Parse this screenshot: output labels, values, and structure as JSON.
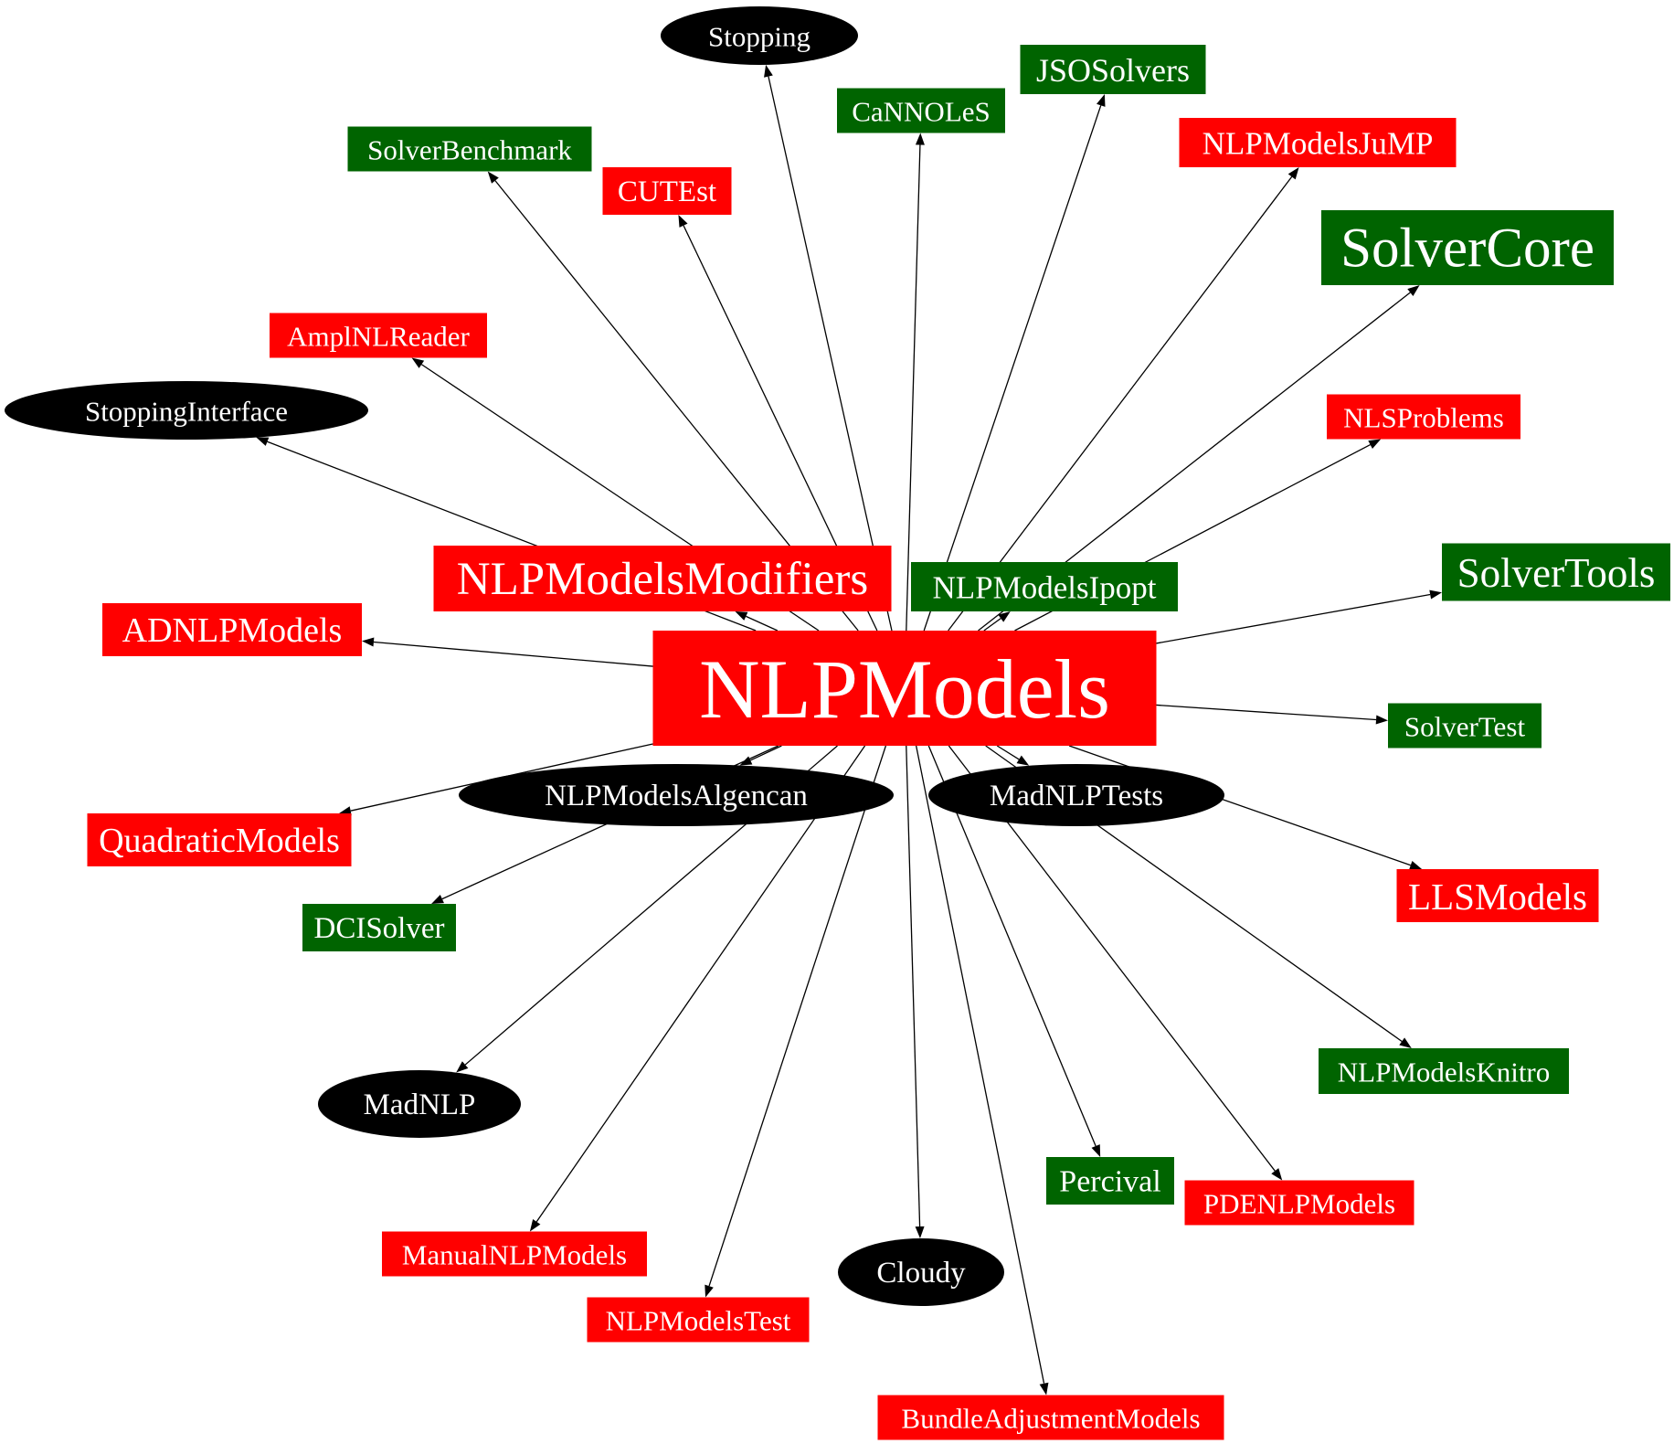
{
  "colors": {
    "red": "#ff0000",
    "green": "#006400",
    "black": "#000000",
    "label": "#ffffff",
    "edge": "#000000"
  },
  "center": "NLPModels",
  "nodes": [
    {
      "id": "nlpmodels",
      "label": "NLPModels",
      "shape": "box",
      "color": "red"
    },
    {
      "id": "stopping",
      "label": "Stopping",
      "shape": "ellipse",
      "color": "black"
    },
    {
      "id": "jsosolvers",
      "label": "JSOSolvers",
      "shape": "box",
      "color": "green"
    },
    {
      "id": "cannoles",
      "label": "CaNNOLeS",
      "shape": "box",
      "color": "green"
    },
    {
      "id": "nlpmodelsjump",
      "label": "NLPModelsJuMP",
      "shape": "box",
      "color": "red"
    },
    {
      "id": "solverbenchmark",
      "label": "SolverBenchmark",
      "shape": "box",
      "color": "green"
    },
    {
      "id": "cutest",
      "label": "CUTEst",
      "shape": "box",
      "color": "red"
    },
    {
      "id": "solvercore",
      "label": "SolverCore",
      "shape": "box",
      "color": "green"
    },
    {
      "id": "amplnlreader",
      "label": "AmplNLReader",
      "shape": "box",
      "color": "red"
    },
    {
      "id": "stoppinginterface",
      "label": "StoppingInterface",
      "shape": "ellipse",
      "color": "black"
    },
    {
      "id": "nlsproblems",
      "label": "NLSProblems",
      "shape": "box",
      "color": "red"
    },
    {
      "id": "nlpmodelsmodifiers",
      "label": "NLPModelsModifiers",
      "shape": "box",
      "color": "red"
    },
    {
      "id": "nlpmodelsipopt",
      "label": "NLPModelsIpopt",
      "shape": "box",
      "color": "green"
    },
    {
      "id": "solvertools",
      "label": "SolverTools",
      "shape": "box",
      "color": "green"
    },
    {
      "id": "adnlpmodels",
      "label": "ADNLPModels",
      "shape": "box",
      "color": "red"
    },
    {
      "id": "solvertest",
      "label": "SolverTest",
      "shape": "box",
      "color": "green"
    },
    {
      "id": "nlpmodelsalgencan",
      "label": "NLPModelsAlgencan",
      "shape": "ellipse",
      "color": "black"
    },
    {
      "id": "madnlptests",
      "label": "MadNLPTests",
      "shape": "ellipse",
      "color": "black"
    },
    {
      "id": "quadraticmodels",
      "label": "QuadraticModels",
      "shape": "box",
      "color": "red"
    },
    {
      "id": "llsmodels",
      "label": "LLSModels",
      "shape": "box",
      "color": "red"
    },
    {
      "id": "dcisolver",
      "label": "DCISolver",
      "shape": "box",
      "color": "green"
    },
    {
      "id": "nlpmodelsknitro",
      "label": "NLPModelsKnitro",
      "shape": "box",
      "color": "green"
    },
    {
      "id": "madnlp",
      "label": "MadNLP",
      "shape": "ellipse",
      "color": "black"
    },
    {
      "id": "percival",
      "label": "Percival",
      "shape": "box",
      "color": "green"
    },
    {
      "id": "pdenlpmodels",
      "label": "PDENLPModels",
      "shape": "box",
      "color": "red"
    },
    {
      "id": "manualnlpmodels",
      "label": "ManualNLPModels",
      "shape": "box",
      "color": "red"
    },
    {
      "id": "cloudy",
      "label": "Cloudy",
      "shape": "ellipse",
      "color": "black"
    },
    {
      "id": "nlpmodelstest",
      "label": "NLPModelsTest",
      "shape": "box",
      "color": "red"
    },
    {
      "id": "bundleadjustmentmodels",
      "label": "BundleAdjustmentModels",
      "shape": "box",
      "color": "red"
    }
  ],
  "edges": [
    [
      "nlpmodels",
      "stopping"
    ],
    [
      "nlpmodels",
      "jsosolvers"
    ],
    [
      "nlpmodels",
      "cannoles"
    ],
    [
      "nlpmodels",
      "nlpmodelsjump"
    ],
    [
      "nlpmodels",
      "solverbenchmark"
    ],
    [
      "nlpmodels",
      "cutest"
    ],
    [
      "nlpmodels",
      "solvercore"
    ],
    [
      "nlpmodels",
      "amplnlreader"
    ],
    [
      "nlpmodels",
      "stoppinginterface"
    ],
    [
      "nlpmodels",
      "nlsproblems"
    ],
    [
      "nlpmodels",
      "nlpmodelsmodifiers"
    ],
    [
      "nlpmodels",
      "nlpmodelsipopt"
    ],
    [
      "nlpmodels",
      "solvertools"
    ],
    [
      "nlpmodels",
      "adnlpmodels"
    ],
    [
      "nlpmodels",
      "solvertest"
    ],
    [
      "nlpmodels",
      "nlpmodelsalgencan"
    ],
    [
      "nlpmodels",
      "madnlptests"
    ],
    [
      "nlpmodels",
      "quadraticmodels"
    ],
    [
      "nlpmodels",
      "llsmodels"
    ],
    [
      "nlpmodels",
      "dcisolver"
    ],
    [
      "nlpmodels",
      "nlpmodelsknitro"
    ],
    [
      "nlpmodels",
      "madnlp"
    ],
    [
      "nlpmodels",
      "percival"
    ],
    [
      "nlpmodels",
      "pdenlpmodels"
    ],
    [
      "nlpmodels",
      "manualnlpmodels"
    ],
    [
      "nlpmodels",
      "cloudy"
    ],
    [
      "nlpmodels",
      "nlpmodelstest"
    ],
    [
      "nlpmodels",
      "bundleadjustmentmodels"
    ]
  ]
}
